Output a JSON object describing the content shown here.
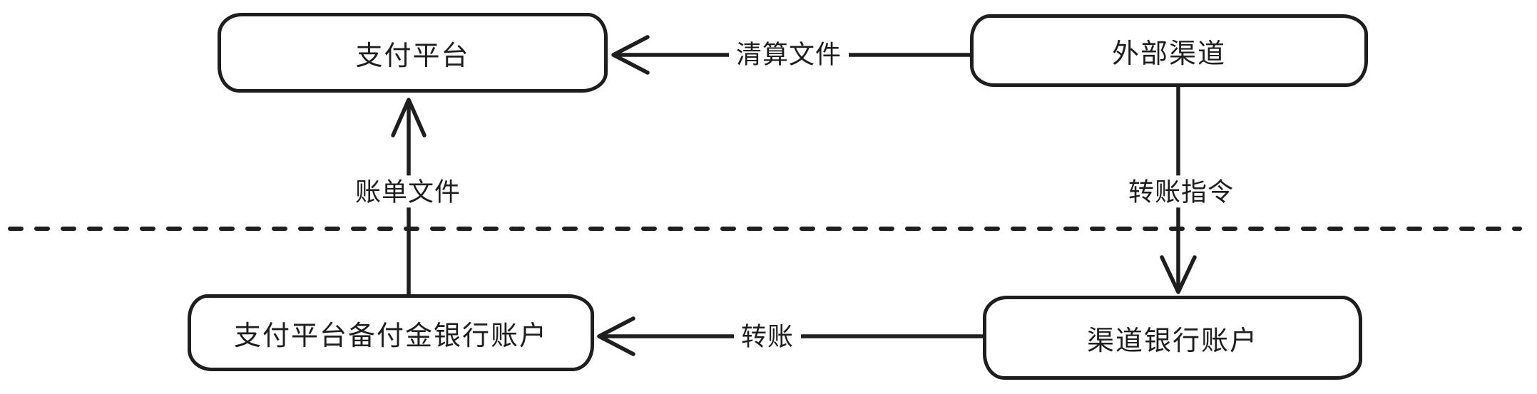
{
  "diagram": {
    "background_color": "#ffffff",
    "ink_color": "#1e1e1e",
    "nodes": [
      {
        "id": "payment-platform",
        "label": "支付平台"
      },
      {
        "id": "external-channel",
        "label": "外部渠道"
      },
      {
        "id": "payment-platform-reserve-bank-account",
        "label": "支付平台备付金银行账户"
      },
      {
        "id": "channel-bank-account",
        "label": "渠道银行账户"
      }
    ],
    "edges": [
      {
        "from": "external-channel",
        "to": "payment-platform",
        "label": "清算文件",
        "direction": "left"
      },
      {
        "from": "external-channel",
        "to": "channel-bank-account",
        "label": "转账指令",
        "direction": "down"
      },
      {
        "from": "channel-bank-account",
        "to": "payment-platform-reserve-bank-account",
        "label": "转账",
        "direction": "left"
      },
      {
        "from": "payment-platform-reserve-bank-account",
        "to": "payment-platform",
        "label": "账单文件",
        "direction": "up"
      }
    ],
    "divider": {
      "style": "dashed",
      "orientation": "horizontal"
    }
  }
}
